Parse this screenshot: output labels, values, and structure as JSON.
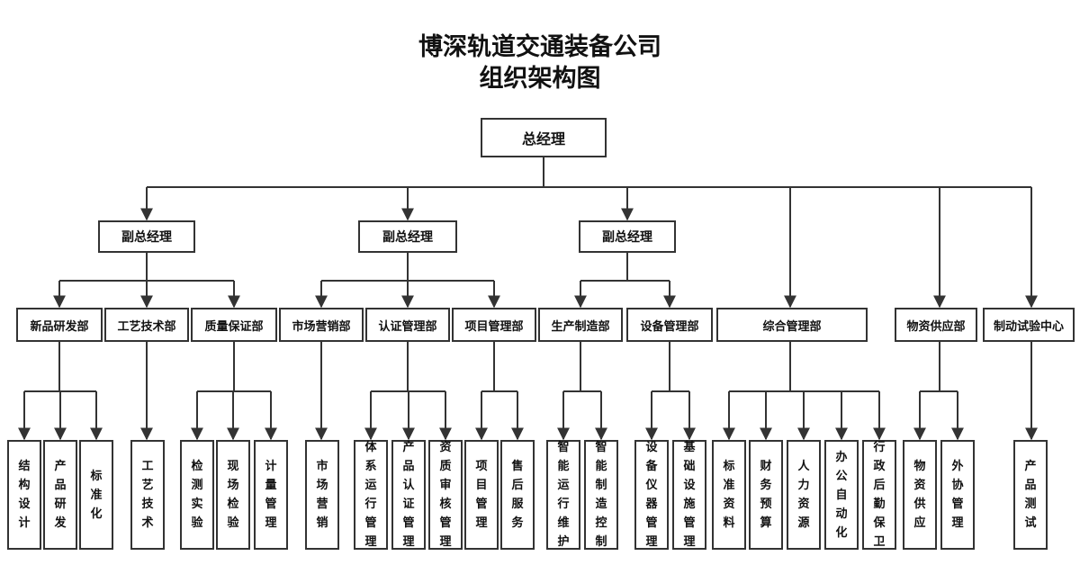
{
  "title_line1": "博深轨道交通装备公司",
  "title_line2": "组织架构图",
  "root": "总经理",
  "vice_label": "副总经理",
  "departments": [
    "新品研发部",
    "工艺技术部",
    "质量保证部",
    "市场营销部",
    "认证管理部",
    "项目管理部",
    "生产制造部",
    "设备管理部",
    "综合管理部",
    "物资供应部",
    "制动试验中心"
  ],
  "functions": [
    "结构设计",
    "产品研发",
    "标准化",
    "工艺技术",
    "检测实验",
    "现场检验",
    "计量管理",
    "市场营销",
    "体系运行管理",
    "产品认证管理",
    "资质审核管理",
    "项目管理",
    "售后服务",
    "智能运行维护",
    "智能制造控制",
    "设备仪器管理",
    "基础设施管理",
    "标准资料",
    "财务预算",
    "人力资源",
    "办公自动化",
    "行政后勤保卫",
    "物资供应",
    "外协管理",
    "产品测试"
  ],
  "line_color": "#333333"
}
